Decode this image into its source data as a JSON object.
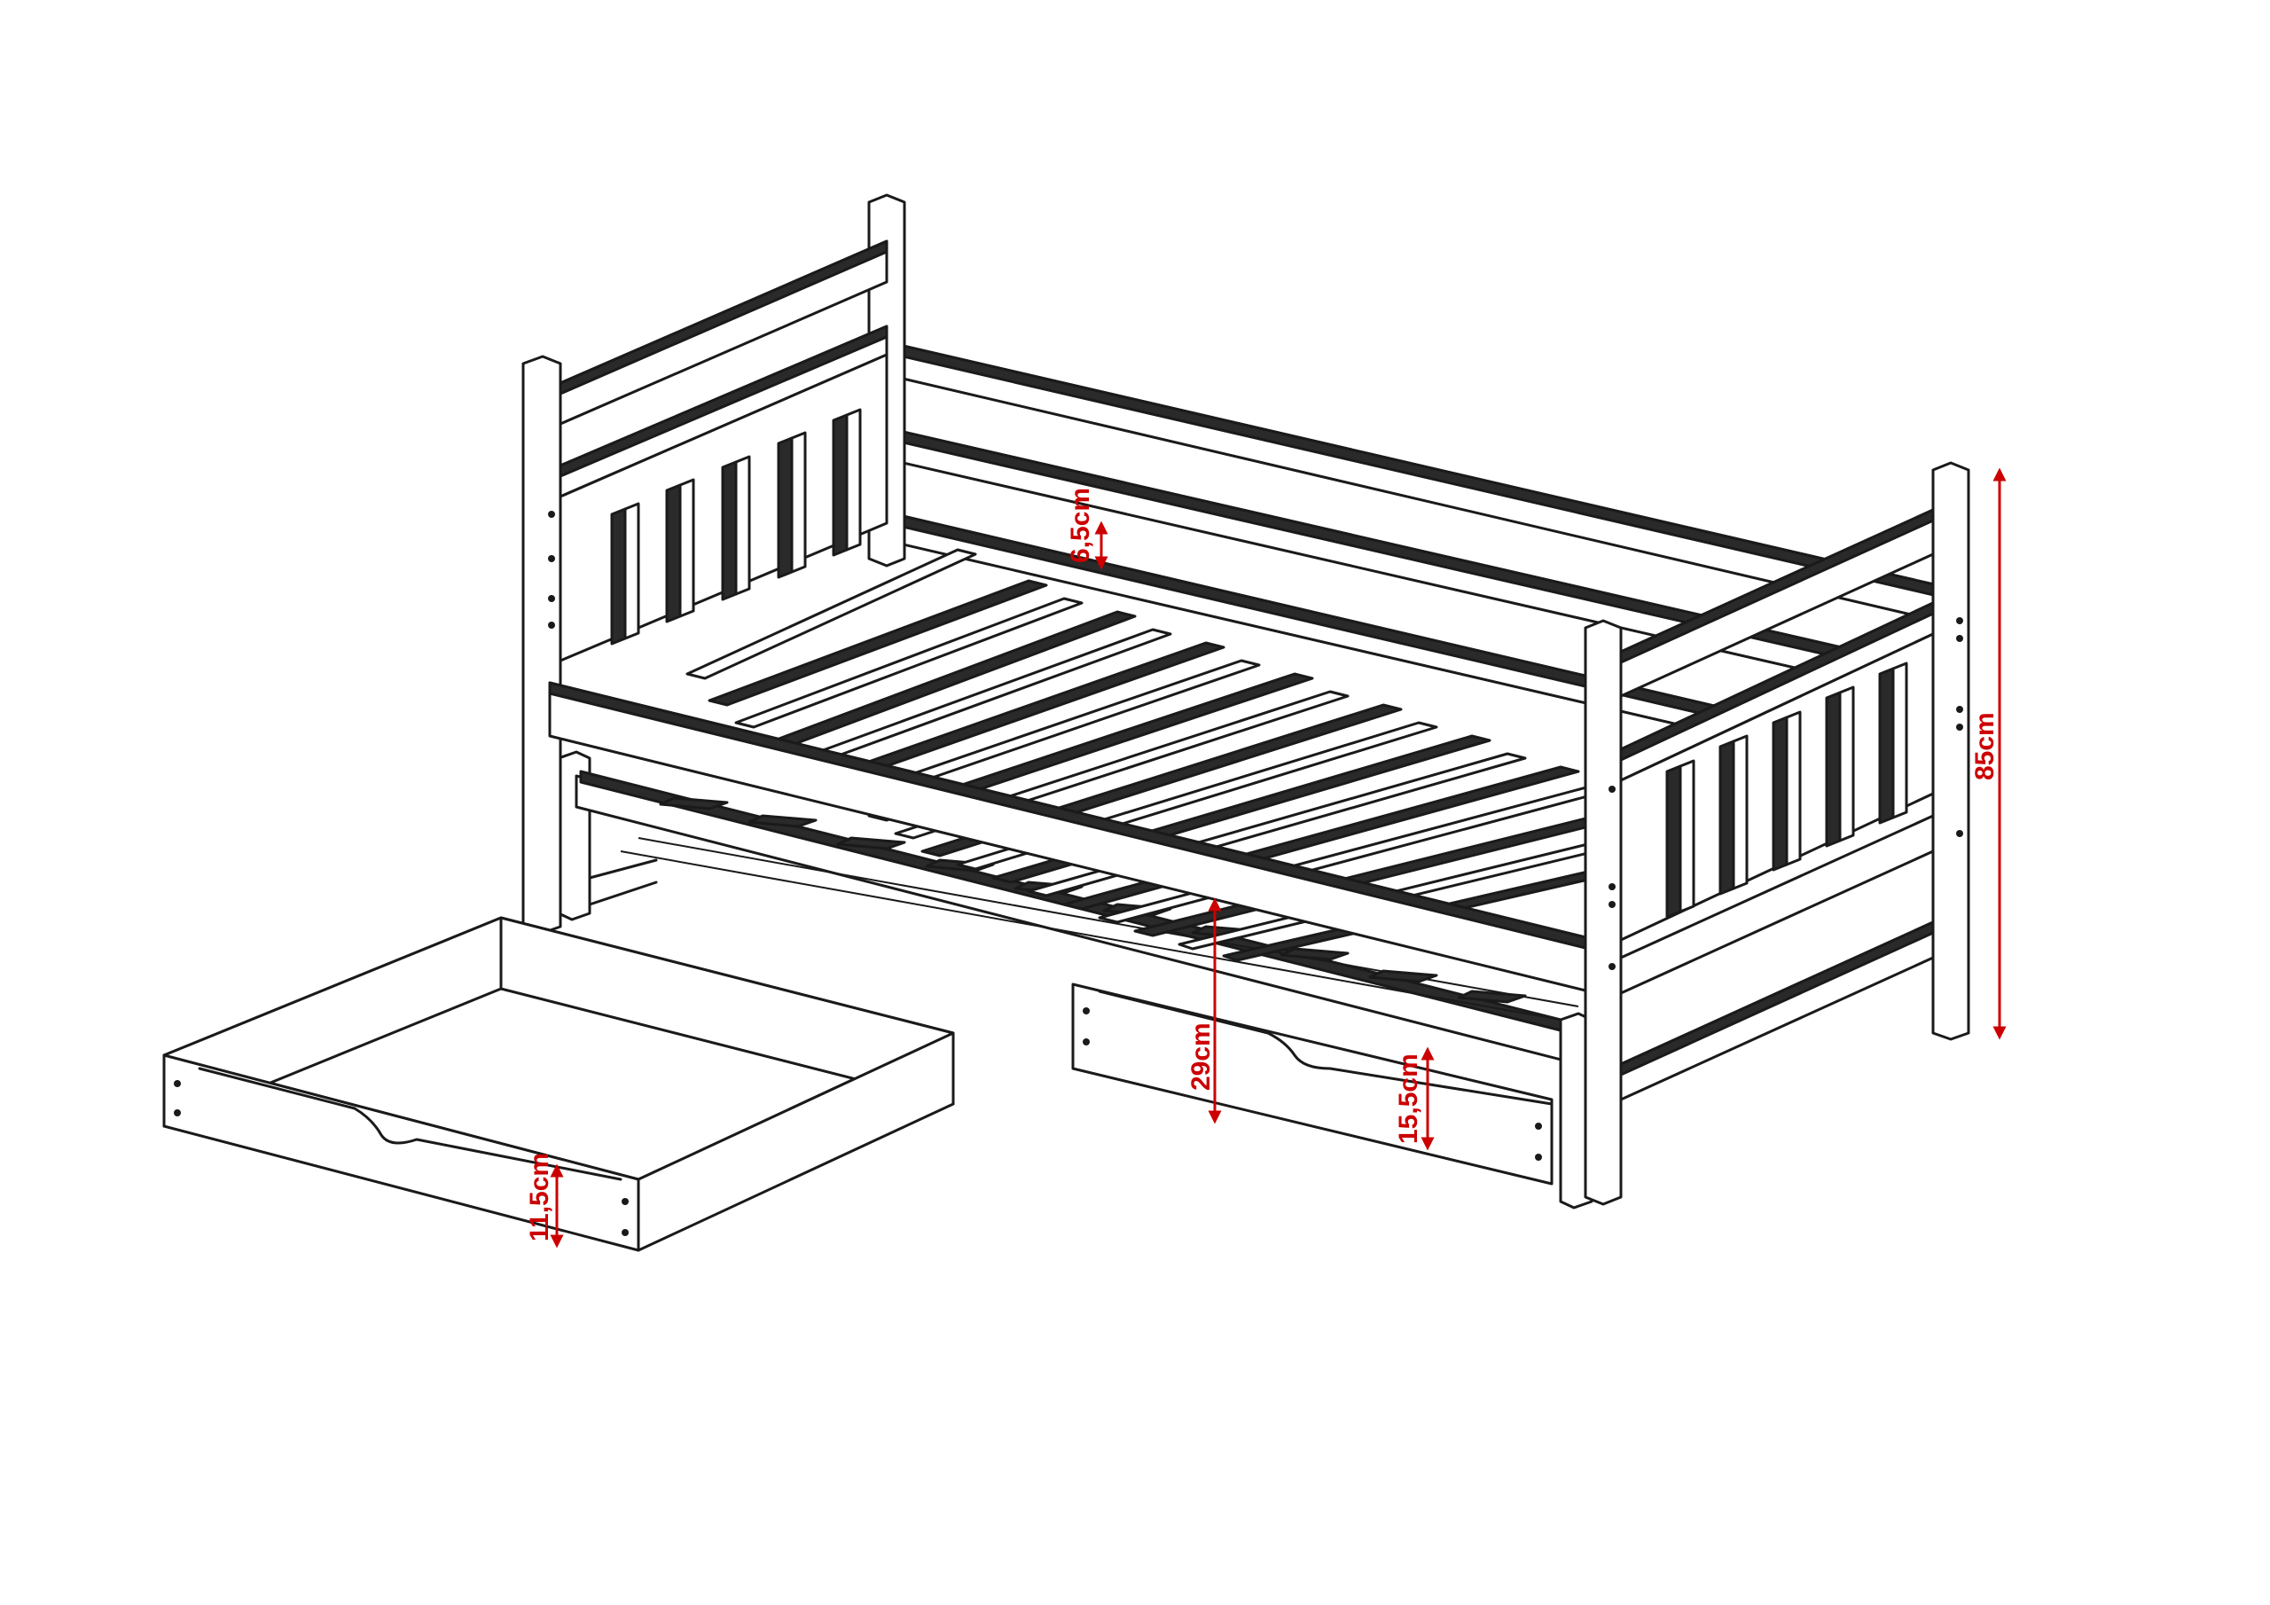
{
  "diagram": {
    "accent_color": "#cc0000",
    "line_color": "#1a1a1a",
    "dimensions": {
      "total_height": "85cm",
      "lower_bed_height": "29cm",
      "drawer_front_height": "15,5cm",
      "loose_drawer_height": "11,5cm",
      "slat_width": "6,5cm"
    }
  }
}
